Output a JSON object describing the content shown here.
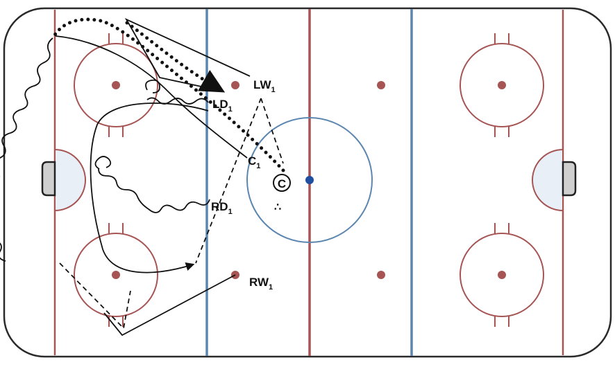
{
  "colors": {
    "boards": "#2a2a2a",
    "red_line": "#a65454",
    "blue_line": "#5b86b0",
    "faceoff": "#a65454",
    "dot": "#a65454",
    "center_dot": "#1f4fa0",
    "crease": "#e8eff6",
    "net": "#cfcfcf",
    "ink": "#111111"
  },
  "players": {
    "lw": {
      "main": "LW",
      "sub": "1"
    },
    "ld": {
      "main": "LD",
      "sub": "1"
    },
    "c": {
      "main": "C",
      "sub": "1"
    },
    "rd": {
      "main": "RD",
      "sub": "1"
    },
    "rw": {
      "main": "RW",
      "sub": "1"
    }
  },
  "coach_marker": "C",
  "puck_marker": "∴"
}
